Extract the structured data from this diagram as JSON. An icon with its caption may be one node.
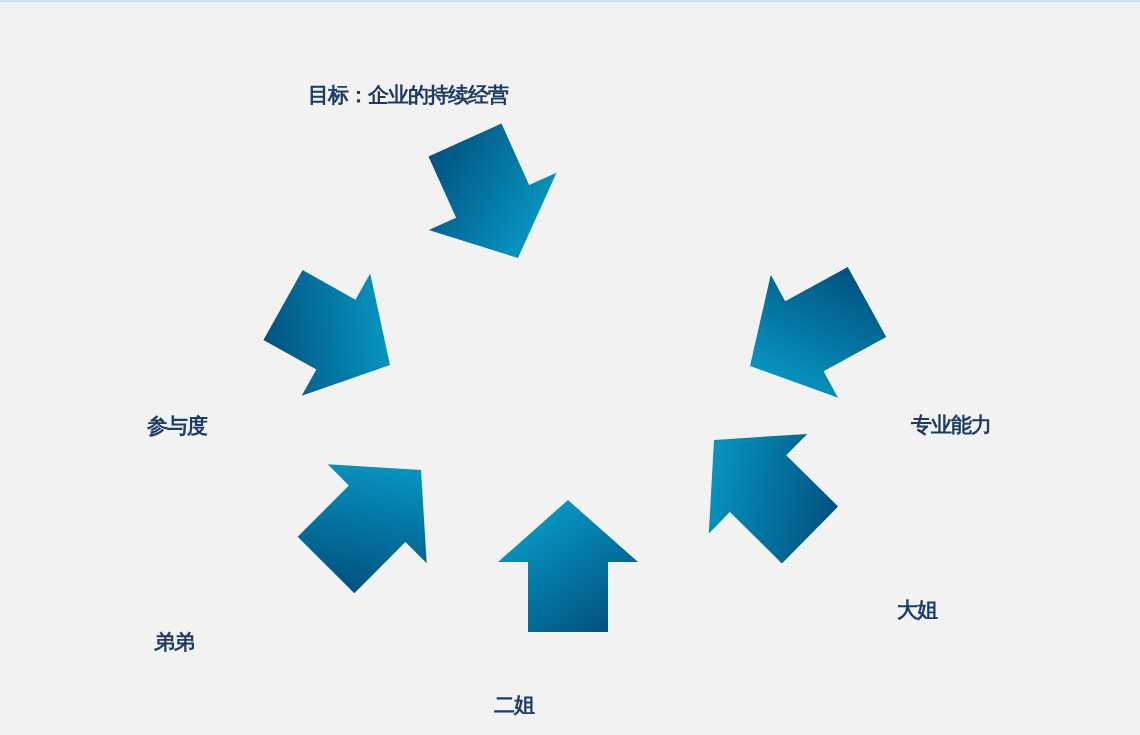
{
  "diagram": {
    "nodes": [
      {
        "text": [
          "目标：企业的持续经营"
        ]
      },
      {
        "text": [
          "参与度"
        ]
      },
      {
        "text": [
          "专业能力"
        ]
      },
      {
        "text": [
          "大姐"
        ]
      },
      {
        "text": [
          "弟弟"
        ]
      },
      {
        "text": [
          "二姐"
        ]
      }
    ]
  }
}
